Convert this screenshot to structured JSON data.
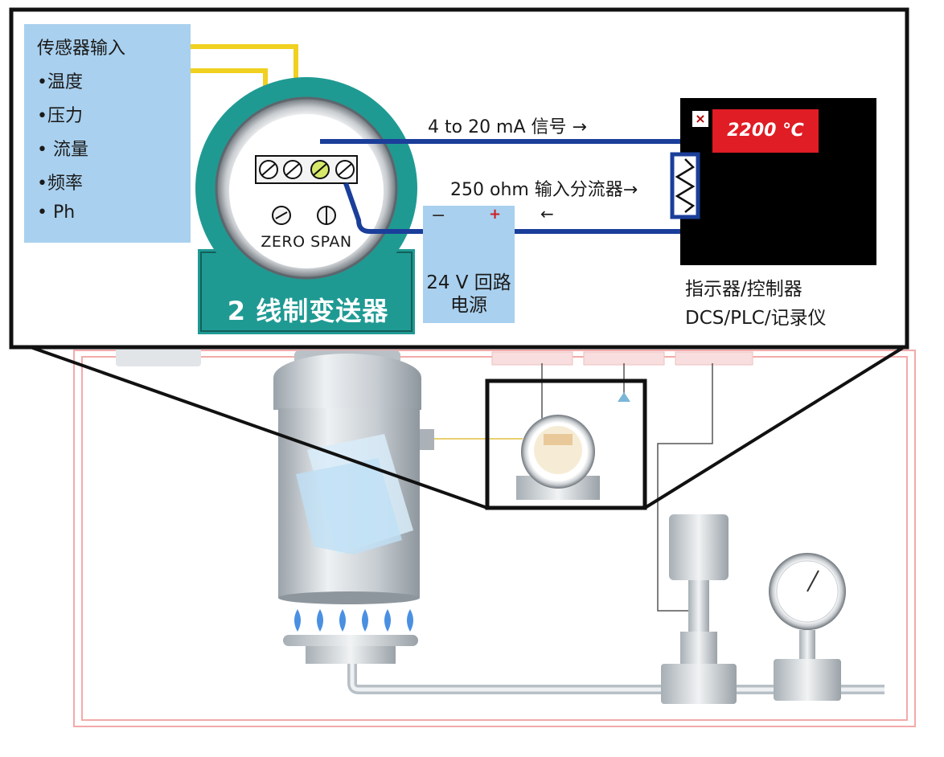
{
  "sensor_input": {
    "title": "传感器输入",
    "items": [
      "•温度",
      "•压力",
      "• 流量",
      "•频率",
      "• Ph"
    ]
  },
  "signal": {
    "current_label": "4 to 20 mA 信号 →",
    "shunt_label": "250 ohm 输入分流器→",
    "return_arrow": "←"
  },
  "transmitter": {
    "adjust_label": "ZERO SPAN",
    "title": "2 线制变送器"
  },
  "power_supply": {
    "line1": "24 V 回路",
    "line2": "电源",
    "minus": "−",
    "plus": "+"
  },
  "indicator": {
    "display_value": "2200 ℃",
    "close_glyph": "×",
    "label_line1": "指示器/控制器",
    "label_line2": "DCS/PLC/记录仪"
  },
  "colors": {
    "sensor_panel": "#a9d0ee",
    "transmitter_teal": "#1f9a93",
    "signal_wire": "#1a3e9a",
    "sensor_wire": "#f0d020",
    "display_red": "#e01c24",
    "loop_frame": "#f3aaaa"
  },
  "icons": [
    "battery-icon",
    "resistor-icon",
    "terminal-screw-icon",
    "burner-flame-icon",
    "pressure-gauge-icon",
    "valve-icon"
  ]
}
